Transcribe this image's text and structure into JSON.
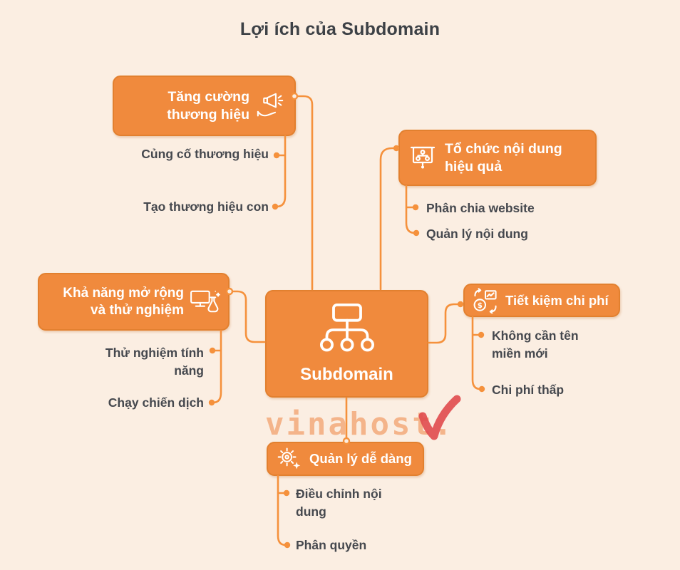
{
  "title": "Lợi ích của Subdomain",
  "center": {
    "label": "Subdomain",
    "icon": "sitemap-icon"
  },
  "branches": [
    {
      "label": "Tăng cường thương hiệu",
      "icon": "megaphone-hand-icon",
      "children": [
        "Củng cố thương hiệu",
        "Tạo thương hiệu con"
      ]
    },
    {
      "label": "Tổ chức nội dung hiệu quả",
      "icon": "presentation-chart-icon",
      "children": [
        "Phân chia website",
        "Quản lý nội dung"
      ]
    },
    {
      "label": "Khả năng mở rộng và thử nghiệm",
      "icon": "monitor-flask-icon",
      "children": [
        "Thử nghiệm tính năng",
        "Chạy chiến dịch"
      ]
    },
    {
      "label": "Tiết kiệm chi phí",
      "icon": "money-transfer-icon",
      "children": [
        "Không cần tên miền mới",
        "Chi phí thấp"
      ]
    },
    {
      "label": "Quản lý dễ dàng",
      "icon": "gear-sparkle-icon",
      "children": [
        "Điều chỉnh nội dung",
        "Phân quyền"
      ]
    }
  ],
  "watermark": {
    "text": "vinahost.",
    "logo": "red-check-icon"
  },
  "colors": {
    "background": "#FBEEE2",
    "node_fill": "#F08A3D",
    "node_border": "#E2802F",
    "connector": "#F5913C",
    "text_dark": "#45484E",
    "title_text": "#3D4146",
    "watermark_orange": "#EF9054",
    "logo_red": "#E04A4E"
  }
}
